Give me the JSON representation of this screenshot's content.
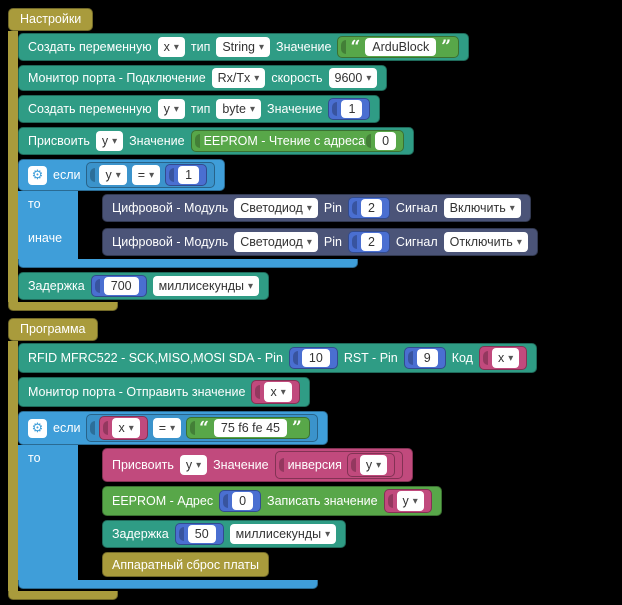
{
  "colors": {
    "background": "#000000",
    "olive": "#a99b3c",
    "teal": "#2f9c85",
    "blue": "#3f9ed9",
    "navy": "#4b5478",
    "green": "#58a749",
    "indigo": "#4a6fd1",
    "pink": "#c14a7d",
    "field_bg": "#ffffff",
    "field_text": "#333333"
  },
  "icons": {
    "gear": "⚙",
    "dropdown_arrow": "▾"
  },
  "settings": {
    "header": "Настройки",
    "create_var_x": {
      "label_create": "Создать переменную",
      "var": "x",
      "label_type": "тип",
      "type": "String",
      "label_value": "Значение",
      "quote_open": "“",
      "string_value": "ArduBlock",
      "quote_close": "”"
    },
    "serial_connect": {
      "label_main": "Монитор порта - Подключение",
      "port": "Rx/Tx",
      "label_speed": "скорость",
      "baud": "9600"
    },
    "create_var_y": {
      "label_create": "Создать переменную",
      "var": "y",
      "label_type": "тип",
      "type": "byte",
      "label_value": "Значение",
      "value": "1"
    },
    "assign_y": {
      "label_assign": "Присвоить",
      "var": "y",
      "label_value": "Значение",
      "eeprom_label": "EEPROM - Чтение с адреса",
      "address": "0"
    },
    "if1": {
      "label_if": "если",
      "cond_var": "y",
      "operator": "=",
      "cond_value": "1",
      "label_then": "то",
      "label_else": "иначе",
      "then_block": {
        "label_module": "Цифровой - Модуль",
        "module": "Светодиод",
        "label_pin": "Pin",
        "pin": "2",
        "label_signal": "Сигнал",
        "signal": "Включить"
      },
      "else_block": {
        "label_module": "Цифровой - Модуль",
        "module": "Светодиод",
        "label_pin": "Pin",
        "pin": "2",
        "label_signal": "Сигнал",
        "signal": "Отключить"
      }
    },
    "delay": {
      "label": "Задержка",
      "value": "700",
      "unit": "миллисекунды"
    }
  },
  "program": {
    "header": "Программа",
    "rfid": {
      "label_main": "RFID MFRC522 - SCK,MISO,MOSI SDA - Pin",
      "sda_pin": "10",
      "label_rst": "RST - Pin",
      "rst_pin": "9",
      "label_code": "Код",
      "var": "x"
    },
    "serial_send": {
      "label": "Монитор порта - Отправить значение",
      "var": "x"
    },
    "if2": {
      "label_if": "если",
      "cond_var": "x",
      "operator": "=",
      "quote_open": "“",
      "cond_value": "75 f6 fe 45",
      "quote_close": "”",
      "label_then": "то",
      "assign": {
        "label_assign": "Присвоить",
        "var": "y",
        "label_value": "Значение",
        "label_inversion": "инверсия",
        "inv_var": "y"
      },
      "eeprom_write": {
        "label_addr": "EEPROM - Адрес",
        "address": "0",
        "label_write": "Записать значение",
        "var": "y"
      },
      "delay": {
        "label": "Задержка",
        "value": "50",
        "unit": "миллисекунды"
      },
      "reset_label": "Аппаратный сброс платы"
    }
  }
}
